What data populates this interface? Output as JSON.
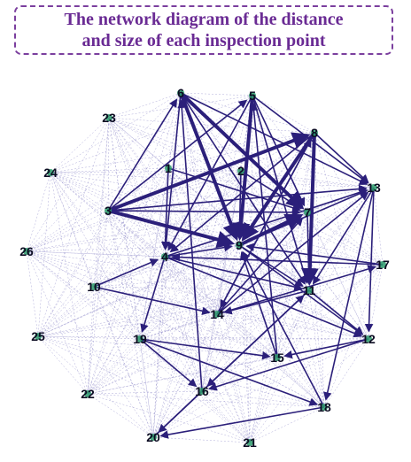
{
  "title": {
    "line1": "The network diagram of the distance",
    "line2": "and size of each inspection point"
  },
  "colors": {
    "title_text": "#6a2b94",
    "title_border": "#7b3f9e",
    "edge_strong": "#2b1f7a",
    "edge_faint": "#8d88c8",
    "node_marker": "#2a9a6a",
    "label": "#0c0c22"
  },
  "nodes": [
    "1",
    "2",
    "3",
    "4",
    "5",
    "6",
    "7",
    "8",
    "9",
    "10",
    "11",
    "12",
    "13",
    "14",
    "15",
    "16",
    "17",
    "18",
    "19",
    "20",
    "21",
    "22",
    "23",
    "24",
    "25",
    "26"
  ],
  "strong_edges": [
    [
      "6",
      "9"
    ],
    [
      "5",
      "9"
    ],
    [
      "8",
      "9"
    ],
    [
      "6",
      "7"
    ],
    [
      "5",
      "7"
    ],
    [
      "6",
      "4"
    ],
    [
      "5",
      "4"
    ],
    [
      "8",
      "4"
    ],
    [
      "3",
      "8"
    ],
    [
      "3",
      "7"
    ],
    [
      "3",
      "13"
    ],
    [
      "3",
      "9"
    ],
    [
      "3",
      "5"
    ],
    [
      "3",
      "6"
    ],
    [
      "1",
      "7"
    ],
    [
      "2",
      "7"
    ],
    [
      "9",
      "7"
    ],
    [
      "9",
      "13"
    ],
    [
      "9",
      "11"
    ],
    [
      "8",
      "11"
    ],
    [
      "8",
      "13"
    ],
    [
      "8",
      "14"
    ],
    [
      "5",
      "11"
    ],
    [
      "6",
      "11"
    ],
    [
      "4",
      "9"
    ],
    [
      "4",
      "11"
    ],
    [
      "4",
      "13"
    ],
    [
      "4",
      "12"
    ],
    [
      "4",
      "19"
    ],
    [
      "7",
      "11"
    ],
    [
      "11",
      "16"
    ],
    [
      "11",
      "14"
    ],
    [
      "11",
      "12"
    ],
    [
      "13",
      "18"
    ],
    [
      "13",
      "11"
    ],
    [
      "13",
      "12"
    ],
    [
      "12",
      "16"
    ],
    [
      "12",
      "15"
    ],
    [
      "14",
      "7"
    ],
    [
      "14",
      "8"
    ],
    [
      "14",
      "13"
    ],
    [
      "19",
      "18"
    ],
    [
      "19",
      "16"
    ],
    [
      "19",
      "15"
    ],
    [
      "16",
      "20"
    ],
    [
      "18",
      "20"
    ],
    [
      "20",
      "11"
    ],
    [
      "15",
      "9"
    ],
    [
      "15",
      "5"
    ],
    [
      "16",
      "6"
    ],
    [
      "18",
      "9"
    ],
    [
      "10",
      "14"
    ],
    [
      "10",
      "4"
    ],
    [
      "9",
      "12"
    ],
    [
      "1",
      "4"
    ],
    [
      "2",
      "9"
    ],
    [
      "6",
      "13"
    ],
    [
      "5",
      "13"
    ],
    [
      "17",
      "9"
    ],
    [
      "17",
      "4"
    ],
    [
      "14",
      "17"
    ]
  ],
  "heavy_edges": [
    [
      "6",
      "9"
    ],
    [
      "5",
      "9"
    ],
    [
      "8",
      "9"
    ],
    [
      "3",
      "8"
    ],
    [
      "3",
      "9"
    ],
    [
      "8",
      "11"
    ],
    [
      "9",
      "7"
    ],
    [
      "6",
      "7"
    ],
    [
      "4",
      "14"
    ]
  ]
}
